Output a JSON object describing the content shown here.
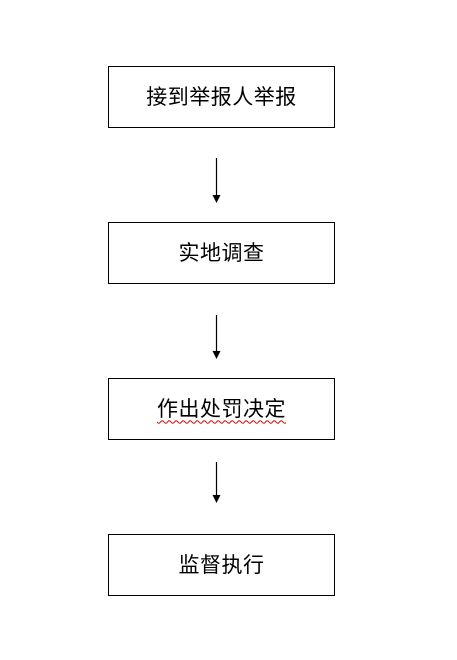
{
  "flowchart": {
    "steps": [
      {
        "label": "接到举报人举报"
      },
      {
        "label": "实地调查"
      },
      {
        "label": "作出处罚决定"
      },
      {
        "label": "监督执行"
      }
    ],
    "connector_icon": "down-arrow-icon",
    "line_color": "#000000",
    "box_fill": "#ffffff",
    "spellcheck_underline_color": "#d00000"
  }
}
